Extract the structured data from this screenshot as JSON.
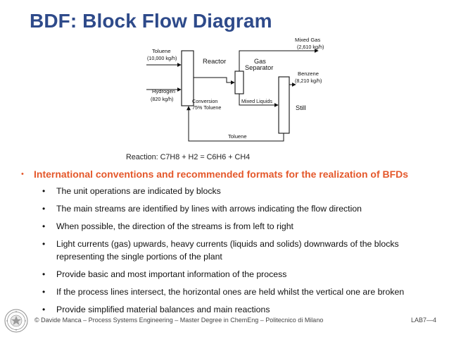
{
  "slide": {
    "title": "BDF: Block Flow Diagram",
    "diagram": {
      "toluene_feed": "Toluene",
      "toluene_feed_rate": "(10,000 kg/h)",
      "hydrogen_feed": "Hydrogen",
      "hydrogen_feed_rate": "(820 kg/h)",
      "reactor": "Reactor",
      "conversion_line1": "Conversion",
      "conversion_line2": "75% Toluene",
      "gas_separator_line1": "Gas",
      "gas_separator_line2": "Separator",
      "mixed_gas": "Mixed  Gas",
      "mixed_gas_rate": "(2,610 kg/h)",
      "benzene": "Benzene",
      "benzene_rate": "(8,210 kg/h)",
      "mixed_liquids": "Mixed Liquids",
      "still": "Still",
      "toluene_recycle": "Toluene"
    },
    "reaction": "Reaction: C7H8 + H2 = C6H6 + CH4",
    "main_bullet": "International conventions and recommended formats for the realization of BFDs",
    "sub_bullets": [
      "The unit operations are indicated by blocks",
      "The main streams are identified by lines with arrows indicating the flow direction",
      "When possible, the direction of the streams is from left to right",
      "Light currents (gas) upwards, heavy currents (liquids and solids) downwards of the blocks representing the single portions of the plant",
      "Provide basic and most important information of the process",
      "If the process lines intersect, the horizontal ones are held whilst the vertical one are broken",
      "Provide simplified material balances and main reactions"
    ],
    "footer": {
      "credit": "© Davide Manca – Process Systems Engineering – Master Degree in ChemEng – Politecnico di Milano",
      "page": "LAB7—4"
    },
    "colors": {
      "title": "#2e4a8a",
      "accent": "#e4582b",
      "text": "#111111",
      "footer": "#444444"
    },
    "icons": {
      "logo": "university-seal-icon",
      "bullet": "bullet-dot-icon"
    }
  }
}
